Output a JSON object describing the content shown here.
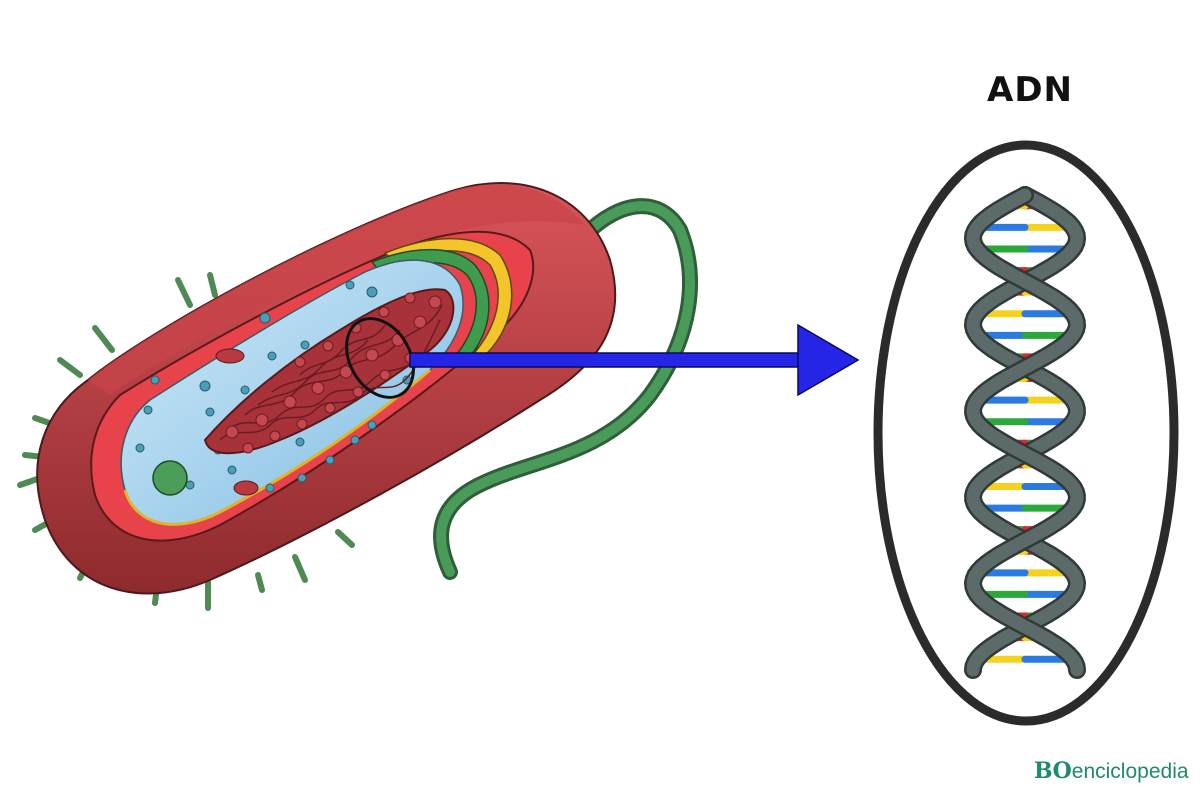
{
  "diagram": {
    "title": "ADN",
    "logo": {
      "part_b": "B",
      "part_o": "O",
      "part_rest": "enciclopedia"
    },
    "colors": {
      "capsule": "#c23b3f",
      "capsule_dark": "#8e2a2d",
      "cell_wall": "#e8434a",
      "membrane_yellow": "#f3c52a",
      "membrane_green": "#3f9b4d",
      "cytoplasm": "#a9d4ee",
      "nucleoid": "#a8323a",
      "arrow": "#2525e8",
      "helix_backbone": "#5c6b69",
      "base_red": "#e0262a",
      "base_yellow": "#f5d21e",
      "base_blue": "#2a7ae0",
      "base_green": "#2aa83a",
      "flagellum": "#3d7a4a",
      "pili": "#4f8a55",
      "brand": "#1f8a6f"
    }
  }
}
